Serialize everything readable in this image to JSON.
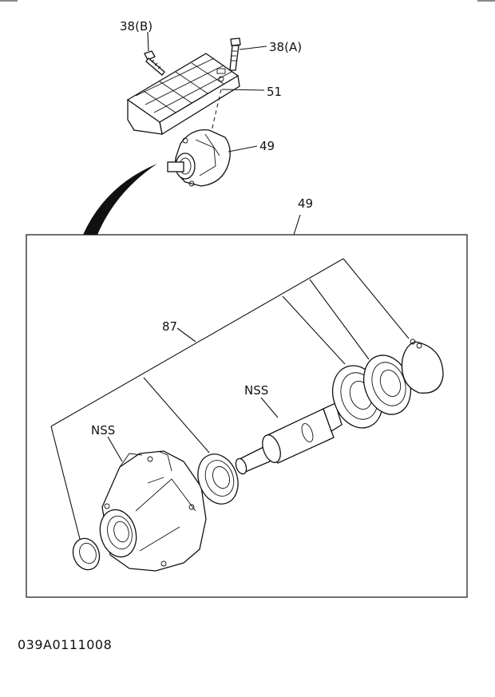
{
  "labels": {
    "bolt_b": "38(B)",
    "bolt_a": "38(A)",
    "bracket": "51",
    "housing": "49",
    "detail": "49",
    "kit": "87",
    "nss_shaft": "NSS",
    "nss_housing": "NSS"
  },
  "drawing_code": "039A0111008"
}
